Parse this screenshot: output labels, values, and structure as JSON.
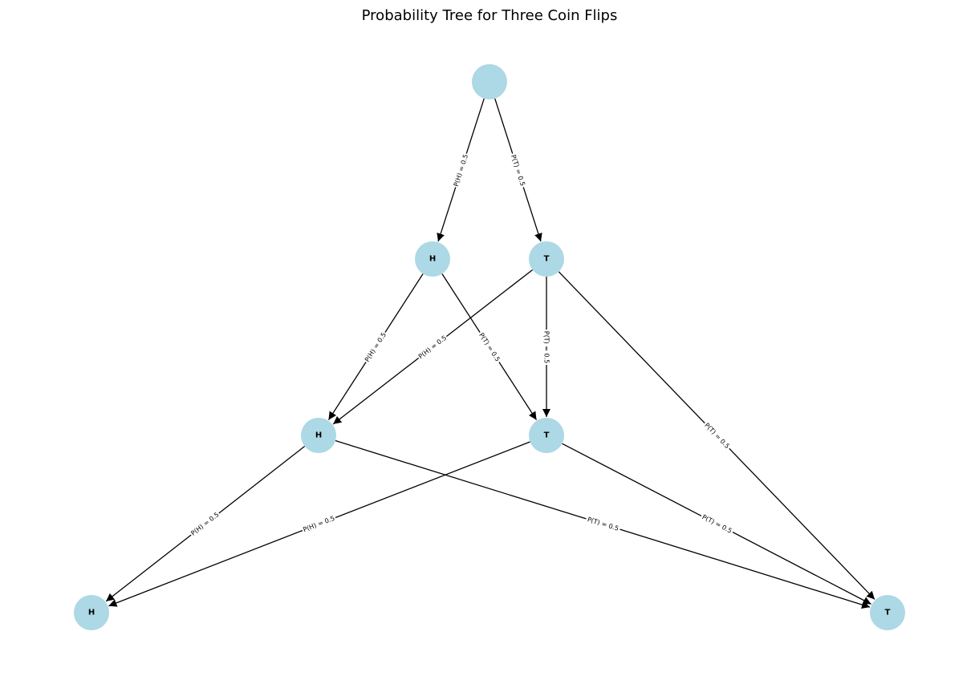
{
  "title": "Probability Tree for Three Coin Flips",
  "colors": {
    "node": "#add8e6",
    "edge": "#000000"
  },
  "nodes": [
    {
      "id": "root",
      "label": ""
    },
    {
      "id": "l1_h",
      "label": "H"
    },
    {
      "id": "l1_t",
      "label": "T"
    },
    {
      "id": "l2_h",
      "label": "H"
    },
    {
      "id": "l2_t",
      "label": "T"
    },
    {
      "id": "l3_h",
      "label": "H"
    },
    {
      "id": "l3_t",
      "label": "T"
    }
  ],
  "edges": [
    {
      "from": "root",
      "to": "l1_h",
      "label": "P(H) = 0.5"
    },
    {
      "from": "root",
      "to": "l1_t",
      "label": "P(T) = 0.5"
    },
    {
      "from": "l1_h",
      "to": "l2_h",
      "label": "P(H) = 0.5"
    },
    {
      "from": "l1_h",
      "to": "l2_t",
      "label": "P(T) = 0.5"
    },
    {
      "from": "l1_t",
      "to": "l2_h",
      "label": "P(H) = 0.5"
    },
    {
      "from": "l1_t",
      "to": "l2_t",
      "label": "P(T) = 0.5"
    },
    {
      "from": "l1_t",
      "to": "l3_t",
      "label": "P(T) = 0.5"
    },
    {
      "from": "l2_h",
      "to": "l3_h",
      "label": "P(H) = 0.5"
    },
    {
      "from": "l2_h",
      "to": "l3_t",
      "label": "P(T) = 0.5"
    },
    {
      "from": "l2_t",
      "to": "l3_h",
      "label": "P(H) = 0.5"
    },
    {
      "from": "l2_t",
      "to": "l3_t",
      "label": "P(T) = 0.5"
    }
  ]
}
